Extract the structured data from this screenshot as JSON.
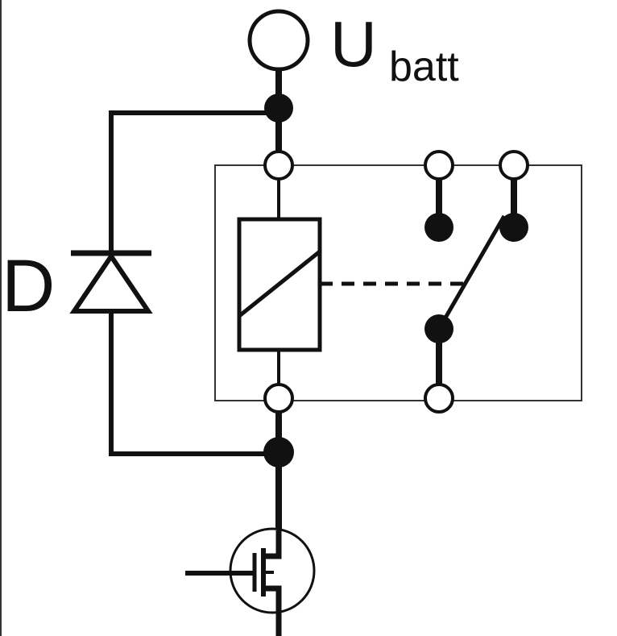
{
  "labels": {
    "supply_main": "U",
    "supply_sub": "batt",
    "diode": "D"
  },
  "colors": {
    "line": "#111111",
    "fill_open": "#ffffff",
    "fill_solid": "#111111",
    "background": "#ffffff"
  }
}
